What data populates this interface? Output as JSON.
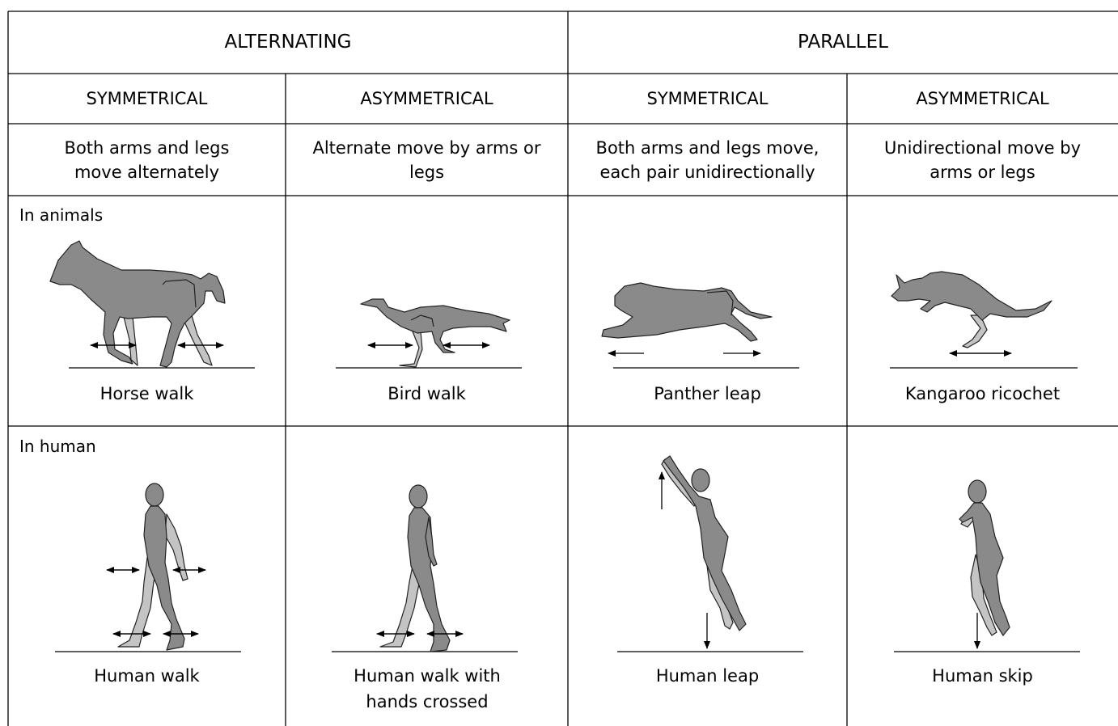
{
  "headers": {
    "alternating": "ALTERNATING",
    "parallel": "PARALLEL"
  },
  "subheaders": [
    "SYMMETRICAL",
    "ASYMMETRICAL",
    "SYMMETRICAL",
    "ASYMMETRICAL"
  ],
  "descriptions": [
    "Both arms and legs move alternately",
    "Alternate move by arms or legs",
    "Both arms and legs move, each pair unidirectionally",
    "Unidirectional move by arms or legs"
  ],
  "rows": {
    "animals": {
      "label": "In animals",
      "captions": [
        "Horse walk",
        "Bird walk",
        "Panther leap",
        "Kangaroo ricochet"
      ]
    },
    "human": {
      "label": "In human",
      "captions": [
        "Human walk",
        "Human walk with hands crossed",
        "Human leap",
        "Human skip"
      ]
    }
  },
  "colors": {
    "line": "#000000",
    "figure_dark": "#8a8a8a",
    "figure_light": "#c4c4c4",
    "figure_stroke": "#222222"
  }
}
